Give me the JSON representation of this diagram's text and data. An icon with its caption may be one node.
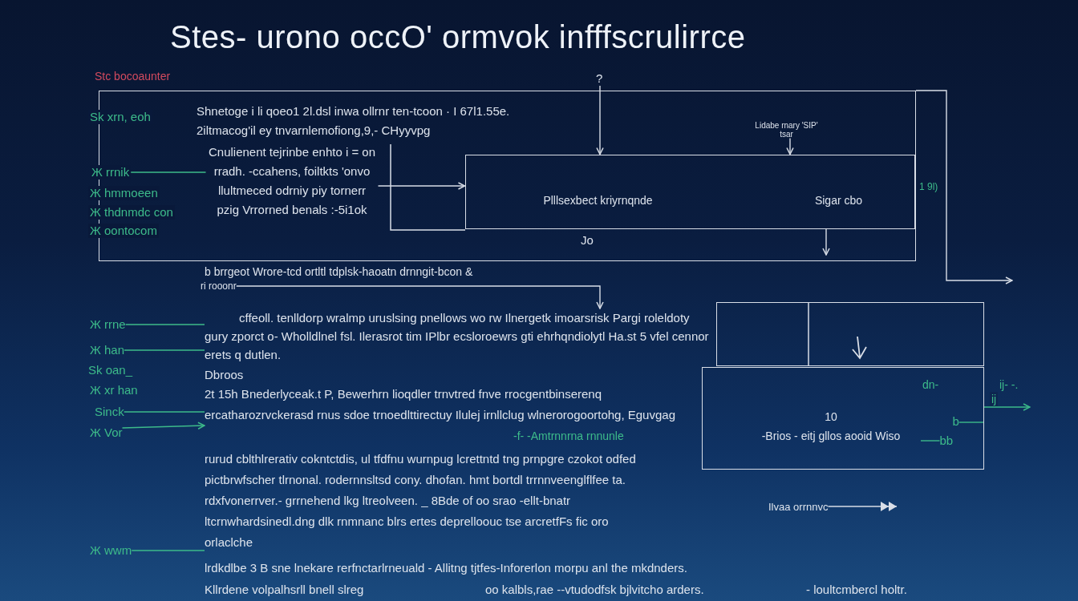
{
  "diagram": {
    "title": "Stes- urono occO' ormvok infffscrulirrce",
    "nodes": [
      {
        "text": [
          "?"
        ]
      },
      {
        "text": [],
        "shape": "box"
      },
      {
        "text": [
          "Cnulienent tejrinbe enhto i = on rradh. -ccahens, foiltkts 'onvo llultmeced odrniy piy tornerr pzig Vrrorned benals :-5i1ok"
        ],
        "in": 1
      },
      {
        "text": [
          "Lidabe rnary 'SIP' tsar"
        ],
        "in": 1
      },
      {
        "text": [
          "Plllsexbect kriyrnqnde",
          "Sigar cbo"
        ],
        "beside": [
          "Jo"
        ],
        "in": 1
      },
      {
        "text": [
          "Ж rrnik"
        ]
      },
      {
        "text": [
          "ri rooonr"
        ]
      },
      {
        "text": [
          "Ж rrne"
        ]
      },
      {
        "text": [
          "cffeoll. tenlldorp wralmp uruslsing pnellows wo rw Ilnergetk imoarsrisk Pargi roleldoty gury zporct o- Wholldlnel fsl. Ilerasrot tim IPlbr ecsloroewrs gti ehrhqndiolytl Ha.st 5 vfel cennor erets q dutlen."
        ]
      },
      {
        "text": [
          "Ж han"
        ]
      },
      {
        "text": [],
        "shape": "box"
      },
      {
        "text": [
          "10",
          "-Brios - eitj gllos aooid Wiso"
        ]
      },
      {
        "text": [
          "b"
        ],
        "in": 11
      },
      {
        "text": [
          "bb"
        ],
        "in": 11
      },
      {
        "text": [
          "Dbroos",
          "2t 15h Bnederlyceak.t P, Bewerhrn lioqdler trnvtred fnve rrocgentbinserenq ercatharozrvckerasd rnus sdoe trnoedlttirectuy Ilulej irnllclug wlnerorogoortohg, Eguvgag"
        ]
      },
      {
        "text": [
          "rurud cblthlrerativ cokntctdis, ul tfdfnu wurnpug lcrettntd tng prnpgre czokot odfed pictbrwfscher tlrnonal. rodernnsltsd cony. dhofan. hmt bortdl trrnnveenglflfee ta. rdxfvonerrver.- grrnehend lkg ltreolveen. _ 8Bde of oo srao -ellt-bnatr ltcrnwhardsinedl.dng dlk rnmnanc blrs ertes deprelloouc tse arcretfFs fic oro orlaclche"
        ]
      },
      {
        "text": [
          "Sinck"
        ]
      },
      {
        "text": [
          "Ж Vor"
        ]
      },
      {
        "text": [
          "Ilvaa orrnnvc"
        ]
      },
      {
        "text": [
          "Ж wwm"
        ]
      }
    ],
    "edges": [
      {
        "from": 0,
        "to": 4,
        "arrow": "to",
        "color": "#d9dee7"
      },
      {
        "from": 2,
        "to": 4,
        "arrow": "to",
        "color": "#d9dee7"
      },
      {
        "from": 3,
        "to": 4,
        "arrow": "to",
        "color": "#d9dee7"
      },
      {
        "from": 4,
        "to": null,
        "arrow": "to",
        "color": "#d9dee7"
      },
      {
        "from": 1,
        "to": null,
        "arrow": "to",
        "color": "#d9dee7"
      },
      {
        "from": 5,
        "to": 2,
        "arrow": "none"
      },
      {
        "from": 6,
        "to": 8,
        "arrow": "to",
        "color": "#d9dee7"
      },
      {
        "from": 7,
        "to": 8,
        "arrow": "none"
      },
      {
        "from": 9,
        "to": 8,
        "arrow": "none"
      },
      {
        "from": 11,
        "to": null,
        "arrow": "to",
        "label": "ij"
      },
      {
        "from": 12,
        "to": 11,
        "arrow": "none"
      },
      {
        "from": null,
        "to": 13,
        "arrow": "none"
      },
      {
        "from": 16,
        "to": 14,
        "arrow": "none"
      },
      {
        "from": 17,
        "to": 14,
        "arrow": "to"
      },
      {
        "from": 18,
        "to": null,
        "arrow": "to",
        "color": "#d9dee7"
      },
      {
        "from": 19,
        "to": 15,
        "arrow": "none"
      }
    ],
    "labels": [
      "Stc bocoaunter",
      "Sk xrn, eoh",
      "Shnetoge i li qoeo1 2l.dsl inwa ollrnr ten-tcoon · I 67l1.55e. 2iltmacog'il ey tnvarnlemofiong,9,- CHyyvpg",
      "Ж hmmoeen",
      "Ж thdnmdc con",
      "Ж oontocom",
      "1 9l)",
      "b brrgeot Wrore-tcd ortltl tdplsk-haoatn drnngit-bcon &",
      "Sk oan_",
      "Ж xr han",
      "dn-",
      "ij- -.",
      "-f- -Amtrnnrna rnnunle",
      "lrdkdlbe 3 B sne lnekare rerfnctarlrneuald - Allitng tjtfes-Inforerlon morpu anl the mkdnders.",
      "Kllrdene volpalhsrll bnell slreg",
      "oo kalbls,rae --vtudodfsk bjlvitcho arders.",
      "- loultcmbercl holtr."
    ]
  }
}
